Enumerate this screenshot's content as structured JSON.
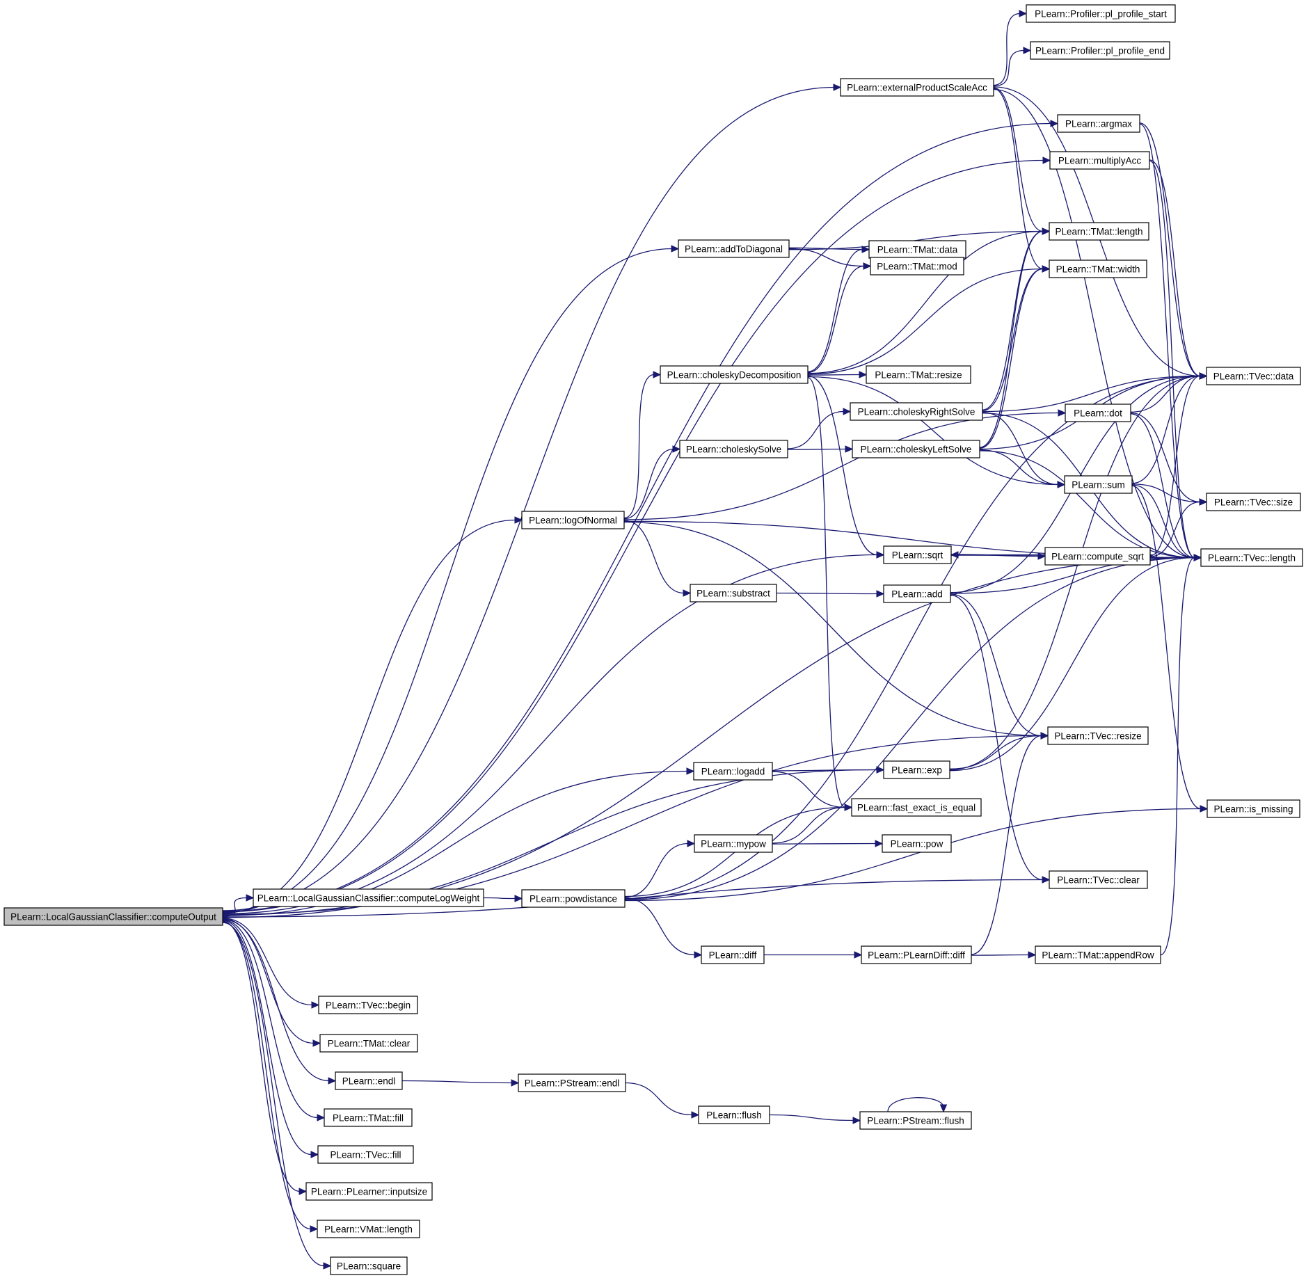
{
  "colors": {
    "edge": "#191970",
    "root_fill": "#bfbfbf",
    "node_fill": "#ffffff",
    "node_border": "#000000"
  },
  "nodes": [
    {
      "id": "computeOutput",
      "label": "PLearn::LocalGaussianClassifier::computeOutput",
      "root": true
    },
    {
      "id": "profStart",
      "label": "PLearn::Profiler::pl_profile_start"
    },
    {
      "id": "profEnd",
      "label": "PLearn::Profiler::pl_profile_end"
    },
    {
      "id": "extProd",
      "label": "PLearn::externalProductScaleAcc"
    },
    {
      "id": "argmax",
      "label": "PLearn::argmax"
    },
    {
      "id": "multAcc",
      "label": "PLearn::multiplyAcc"
    },
    {
      "id": "tmatLength",
      "label": "PLearn::TMat::length"
    },
    {
      "id": "addDiag",
      "label": "PLearn::addToDiagonal"
    },
    {
      "id": "tmatData",
      "label": "PLearn::TMat::data"
    },
    {
      "id": "tmatMod",
      "label": "PLearn::TMat::mod"
    },
    {
      "id": "tmatWidth",
      "label": "PLearn::TMat::width"
    },
    {
      "id": "cholDecomp",
      "label": "PLearn::choleskyDecomposition"
    },
    {
      "id": "tmatResize",
      "label": "PLearn::TMat::resize"
    },
    {
      "id": "tvecData",
      "label": "PLearn::TVec::data"
    },
    {
      "id": "cholRight",
      "label": "PLearn::choleskyRightSolve"
    },
    {
      "id": "dot",
      "label": "PLearn::dot"
    },
    {
      "id": "cholSolve",
      "label": "PLearn::choleskySolve"
    },
    {
      "id": "cholLeft",
      "label": "PLearn::choleskyLeftSolve"
    },
    {
      "id": "sum",
      "label": "PLearn::sum"
    },
    {
      "id": "tvecSize",
      "label": "PLearn::TVec::size"
    },
    {
      "id": "logOfNormal",
      "label": "PLearn::logOfNormal"
    },
    {
      "id": "sqrt",
      "label": "PLearn::sqrt"
    },
    {
      "id": "computeSqrt",
      "label": "PLearn::compute_sqrt"
    },
    {
      "id": "tvecLength",
      "label": "PLearn::TVec::length"
    },
    {
      "id": "substract",
      "label": "PLearn::substract"
    },
    {
      "id": "add",
      "label": "PLearn::add"
    },
    {
      "id": "tvecResize",
      "label": "PLearn::TVec::resize"
    },
    {
      "id": "exp",
      "label": "PLearn::exp"
    },
    {
      "id": "logadd",
      "label": "PLearn::logadd"
    },
    {
      "id": "fastEq",
      "label": "PLearn::fast_exact_is_equal"
    },
    {
      "id": "isMissing",
      "label": "PLearn::is_missing"
    },
    {
      "id": "mypow",
      "label": "PLearn::mypow"
    },
    {
      "id": "pow",
      "label": "PLearn::pow"
    },
    {
      "id": "tvecClear",
      "label": "PLearn::TVec::clear"
    },
    {
      "id": "computeLogWeight",
      "label": "PLearn::LocalGaussianClassifier::computeLogWeight"
    },
    {
      "id": "powdistance",
      "label": "PLearn::powdistance"
    },
    {
      "id": "diff",
      "label": "PLearn::diff"
    },
    {
      "id": "plearnDiff",
      "label": "PLearn::PLearnDiff::diff"
    },
    {
      "id": "appendRow",
      "label": "PLearn::TMat::appendRow"
    },
    {
      "id": "tvecBegin",
      "label": "PLearn::TVec::begin"
    },
    {
      "id": "tmatClear",
      "label": "PLearn::TMat::clear"
    },
    {
      "id": "endl",
      "label": "PLearn::endl"
    },
    {
      "id": "pstreamEndl",
      "label": "PLearn::PStream::endl"
    },
    {
      "id": "flush",
      "label": "PLearn::flush"
    },
    {
      "id": "pstreamFlush",
      "label": "PLearn::PStream::flush"
    },
    {
      "id": "tmatFill",
      "label": "PLearn::TMat::fill"
    },
    {
      "id": "tvecFill",
      "label": "PLearn::TVec::fill"
    },
    {
      "id": "inputsize",
      "label": "PLearn::PLearner::inputsize"
    },
    {
      "id": "vmatLength",
      "label": "PLearn::VMat::length"
    },
    {
      "id": "square",
      "label": "PLearn::square"
    }
  ],
  "edges": [
    [
      "computeOutput",
      "extProd"
    ],
    [
      "computeOutput",
      "argmax"
    ],
    [
      "computeOutput",
      "multAcc"
    ],
    [
      "computeOutput",
      "addDiag"
    ],
    [
      "computeOutput",
      "logOfNormal"
    ],
    [
      "computeOutput",
      "sqrt"
    ],
    [
      "computeOutput",
      "tvecResize"
    ],
    [
      "computeOutput",
      "exp"
    ],
    [
      "computeOutput",
      "logadd"
    ],
    [
      "computeOutput",
      "computeLogWeight"
    ],
    [
      "computeOutput",
      "tvecClear"
    ],
    [
      "computeOutput",
      "tvecLength"
    ],
    [
      "computeOutput",
      "tvecBegin"
    ],
    [
      "computeOutput",
      "tmatClear"
    ],
    [
      "computeOutput",
      "endl"
    ],
    [
      "computeOutput",
      "tmatFill"
    ],
    [
      "computeOutput",
      "tvecFill"
    ],
    [
      "computeOutput",
      "inputsize"
    ],
    [
      "computeOutput",
      "vmatLength"
    ],
    [
      "computeOutput",
      "square"
    ],
    [
      "extProd",
      "profStart"
    ],
    [
      "extProd",
      "profEnd"
    ],
    [
      "extProd",
      "tvecData"
    ],
    [
      "extProd",
      "tmatLength"
    ],
    [
      "extProd",
      "tmatWidth"
    ],
    [
      "extProd",
      "tvecLength"
    ],
    [
      "argmax",
      "tvecData"
    ],
    [
      "argmax",
      "tvecLength"
    ],
    [
      "multAcc",
      "tvecData"
    ],
    [
      "multAcc",
      "tvecLength"
    ],
    [
      "addDiag",
      "tmatData"
    ],
    [
      "addDiag",
      "tmatMod"
    ],
    [
      "addDiag",
      "tmatLength"
    ],
    [
      "cholDecomp",
      "tmatData"
    ],
    [
      "cholDecomp",
      "tmatMod"
    ],
    [
      "cholDecomp",
      "tmatLength"
    ],
    [
      "cholDecomp",
      "tmatWidth"
    ],
    [
      "cholDecomp",
      "tmatResize"
    ],
    [
      "cholDecomp",
      "sqrt"
    ],
    [
      "cholDecomp",
      "sum"
    ],
    [
      "cholDecomp",
      "fastEq"
    ],
    [
      "cholRight",
      "tmatLength"
    ],
    [
      "cholRight",
      "tmatWidth"
    ],
    [
      "cholRight",
      "tvecData"
    ],
    [
      "cholRight",
      "sum"
    ],
    [
      "cholRight",
      "tvecLength"
    ],
    [
      "cholSolve",
      "cholRight"
    ],
    [
      "cholSolve",
      "cholLeft"
    ],
    [
      "cholLeft",
      "tmatLength"
    ],
    [
      "cholLeft",
      "tmatWidth"
    ],
    [
      "cholLeft",
      "tvecData"
    ],
    [
      "cholLeft",
      "sum"
    ],
    [
      "cholLeft",
      "tvecLength"
    ],
    [
      "dot",
      "tvecData"
    ],
    [
      "dot",
      "tvecSize"
    ],
    [
      "dot",
      "tvecLength"
    ],
    [
      "sum",
      "tvecData"
    ],
    [
      "sum",
      "tvecSize"
    ],
    [
      "sum",
      "tvecLength"
    ],
    [
      "sum",
      "isMissing"
    ],
    [
      "logOfNormal",
      "cholDecomp"
    ],
    [
      "logOfNormal",
      "cholSolve"
    ],
    [
      "logOfNormal",
      "dot"
    ],
    [
      "logOfNormal",
      "substract"
    ],
    [
      "logOfNormal",
      "tvecLength"
    ],
    [
      "logOfNormal",
      "tvecResize"
    ],
    [
      "sqrt",
      "computeSqrt"
    ],
    [
      "sqrt",
      "tvecLength"
    ],
    [
      "computeSqrt",
      "sqrt"
    ],
    [
      "computeSqrt",
      "tvecData"
    ],
    [
      "computeSqrt",
      "tvecSize"
    ],
    [
      "computeSqrt",
      "tvecLength"
    ],
    [
      "substract",
      "add"
    ],
    [
      "add",
      "tvecData"
    ],
    [
      "add",
      "tvecLength"
    ],
    [
      "add",
      "tvecResize"
    ],
    [
      "add",
      "tvecClear"
    ],
    [
      "exp",
      "tvecResize"
    ],
    [
      "exp",
      "tvecData"
    ],
    [
      "exp",
      "tvecLength"
    ],
    [
      "logadd",
      "exp"
    ],
    [
      "logadd",
      "fastEq"
    ],
    [
      "mypow",
      "fastEq"
    ],
    [
      "mypow",
      "pow"
    ],
    [
      "computeLogWeight",
      "powdistance"
    ],
    [
      "powdistance",
      "fastEq"
    ],
    [
      "powdistance",
      "mypow"
    ],
    [
      "powdistance",
      "diff"
    ],
    [
      "powdistance",
      "tvecData"
    ],
    [
      "powdistance",
      "tvecLength"
    ],
    [
      "powdistance",
      "isMissing"
    ],
    [
      "diff",
      "plearnDiff"
    ],
    [
      "plearnDiff",
      "tvecResize"
    ],
    [
      "plearnDiff",
      "appendRow"
    ],
    [
      "appendRow",
      "tvecLength"
    ],
    [
      "endl",
      "pstreamEndl"
    ],
    [
      "pstreamEndl",
      "flush"
    ],
    [
      "flush",
      "pstreamFlush"
    ],
    [
      "pstreamFlush",
      "pstreamFlush"
    ]
  ]
}
